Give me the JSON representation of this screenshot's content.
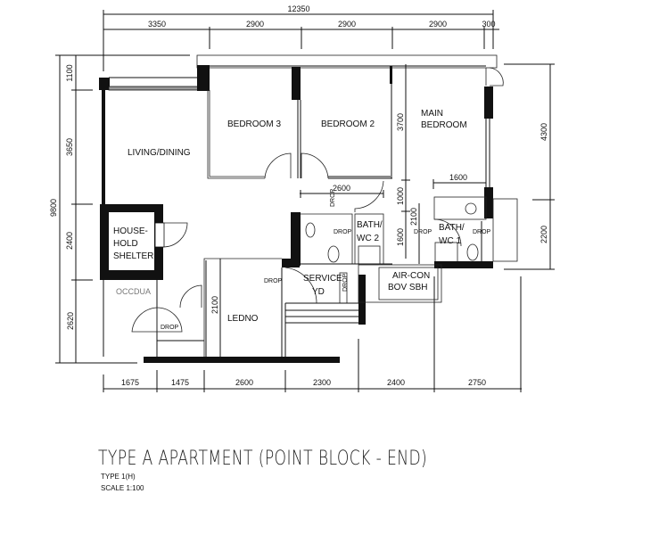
{
  "title": "TYPE A APARTMENT (POINT BLOCK - END)",
  "type_line": "TYPE 1(H)",
  "scale_line": "SCALE  1:100",
  "rooms": {
    "living_dining": "LIVING/DINING",
    "bedroom3": "BEDROOM 3",
    "bedroom2": "BEDROOM 2",
    "main_bedroom_1": "MAIN",
    "main_bedroom_2": "BEDROOM",
    "shelter_1": "HOUSE-",
    "shelter_2": "HOLD",
    "shelter_3": "SHELTER",
    "bath2_1": "BATH/",
    "bath2_2": "WC 2",
    "bath1_1": "BATH/",
    "bath1_2": "WC 1",
    "service_1": "SERVICE",
    "service_2": "YD",
    "aircon_1": "AIR-CON",
    "aircon_2": "BOV SBH",
    "kitchen": "LEDNO",
    "entry": "OCCDUA"
  },
  "drops": [
    "DROP",
    "DROP",
    "DROP",
    "DROP",
    "DROP",
    "DROP",
    "DROP"
  ],
  "dimensions": {
    "top_total": "12350",
    "top": [
      "3350",
      "2900",
      "2900",
      "2900",
      "300"
    ],
    "bottom": [
      "1675",
      "1475",
      "2600",
      "2300",
      "2400",
      "2750"
    ],
    "left_total": "9800",
    "left": [
      "1100",
      "3650",
      "2400",
      "2620"
    ],
    "right": [
      "4300",
      "2200"
    ],
    "inner": {
      "d3700": "3700",
      "d1600h": "1600",
      "d2600": "2600",
      "d1000": "1000",
      "d2100": "2100",
      "d1600v": "1600",
      "kitchen_w": "2100"
    }
  }
}
